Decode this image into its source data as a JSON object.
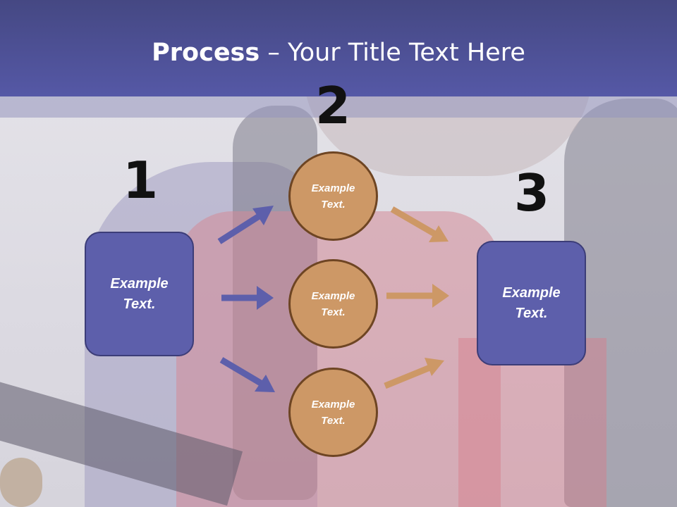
{
  "slide": {
    "title_bold": "Process",
    "title_rest": " – Your Title Text Here"
  },
  "steps": {
    "step1_number": "1",
    "step2_number": "2",
    "step3_number": "3"
  },
  "nodes": {
    "box_left": {
      "line1": "Example",
      "line2": "Text."
    },
    "circle_top": {
      "line1": "Example",
      "line2": "Text."
    },
    "circle_middle": {
      "line1": "Example",
      "line2": "Text."
    },
    "circle_bottom": {
      "line1": "Example",
      "line2": "Text."
    },
    "box_right": {
      "line1": "Example",
      "line2": "Text."
    }
  },
  "colors": {
    "title_band": "#5558a6",
    "box_fill": "#5d5fab",
    "circle_fill": "#cd9866",
    "arrow_left": "#5d5fab",
    "arrow_right": "#cd9866"
  }
}
